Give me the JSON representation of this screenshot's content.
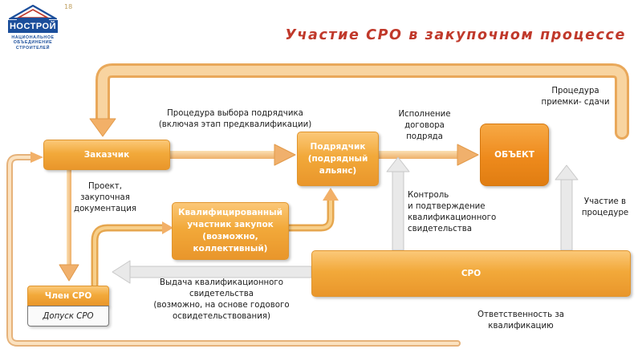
{
  "logo": {
    "brand": "НОСТРОЙ",
    "sub_lines": [
      "НАЦИОНАЛЬНОЕ",
      "ОБЪЕДИНЕНИЕ",
      "СТРОИТЕЛЕЙ"
    ]
  },
  "page_number": "18",
  "title": "Участие СРО в закупочном процессе",
  "nodes": {
    "customer": "Заказчик",
    "contractor": [
      "Подрядчик",
      "(подрядный",
      "альянс)"
    ],
    "object": "ОБЪЕКТ",
    "qualified": [
      "Квалифицированный",
      "участник закупок",
      "(возможно,",
      "коллективный)"
    ],
    "sro": "СРО",
    "member": "Член СРО",
    "admission": "Допуск СРО"
  },
  "labels": {
    "selection": [
      "Процедура выбора подрядчика",
      "(включая этап предквалификации)"
    ],
    "execution": [
      "Исполнение",
      "договора",
      "подряда"
    ],
    "acceptance": [
      "Процедура",
      "приемки- сдачи"
    ],
    "project_docs": [
      "Проект,",
      "закупочная",
      "документация"
    ],
    "control": [
      "Контроль",
      "и подтверждение",
      "квалификационного",
      "свидетельства"
    ],
    "participation": [
      "Участие в",
      "процедуре"
    ],
    "issuance": [
      "Выдача квалификационного",
      "свидетельства",
      "(возможно, на основе годового",
      "освидетельствования)"
    ],
    "responsibility": [
      "Ответственность за",
      "квалификацию"
    ]
  },
  "colors": {
    "box": "#f2a93a",
    "box_dark": "#ee8a1c",
    "connector": "#f5c98a",
    "title": "#c0392b",
    "logo_blue": "#1b4e9b"
  }
}
